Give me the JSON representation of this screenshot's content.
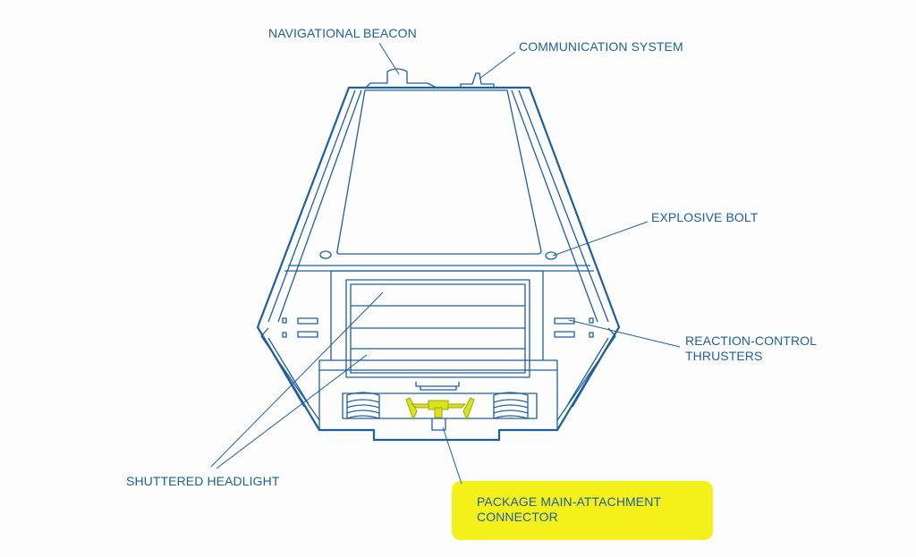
{
  "colors": {
    "line": "#1f5f9e",
    "highlight": "#f3f01a",
    "connector": "#d9e21a"
  },
  "labels": {
    "navigational_beacon": "NAVIGATIONAL BEACON",
    "communication_system": "COMMUNICATION SYSTEM",
    "explosive_bolt": "EXPLOSIVE BOLT",
    "reaction_control_1": "REACTION-CONTROL",
    "reaction_control_2": "THRUSTERS",
    "shuttered_headlight": "SHUTTERED HEADLIGHT",
    "package_connector_1": "PACKAGE MAIN-ATTACHMENT",
    "package_connector_2": "CONNECTOR"
  }
}
